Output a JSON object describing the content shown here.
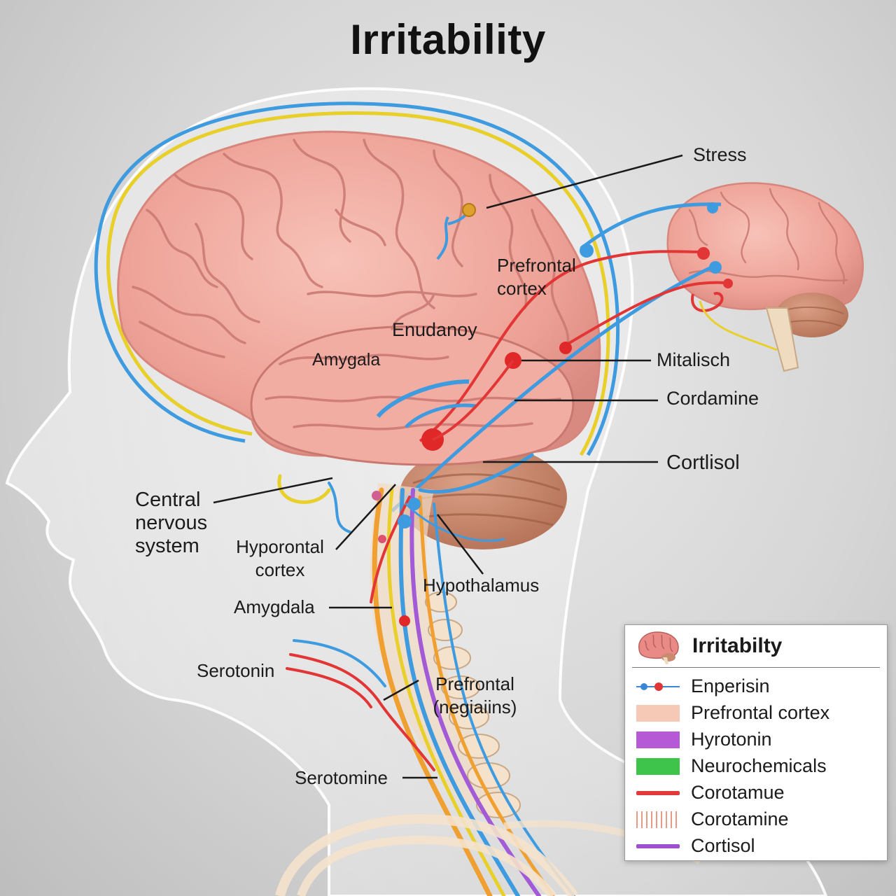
{
  "title": "Irritability",
  "labels": {
    "stress": "Stress",
    "prefrontal_cortex_line1": "Prefrontal",
    "prefrontal_cortex_line2": "cortex",
    "enudanoy": "Enudanoy",
    "amygala": "Amygala",
    "mitalisch": "Mitalisch",
    "cordamine": "Cordamine",
    "cortlisol": "Cortlisol",
    "cns_line1": "Central",
    "cns_line2": "nervous",
    "cns_line3": "system",
    "hyporontal_line1": "Hyporontal",
    "hyporontal_line2": "cortex",
    "hypothalamus": "Hypothalamus",
    "amygdala": "Amygdala",
    "serotonin": "Serotonin",
    "prefrontal_neg_line1": "Prefrontal",
    "prefrontal_neg_line2": "(negiaiins)",
    "serotomine": "Serotomine"
  },
  "legend": {
    "title": "Irritabilty",
    "items": [
      {
        "label": "Enperisin",
        "swatch": "line-dot",
        "color": "#3a86d4"
      },
      {
        "label": "Prefrontal cortex",
        "swatch": "box",
        "color": "#f6c9b6"
      },
      {
        "label": "Hyrotonin",
        "swatch": "box",
        "color": "#b659d6"
      },
      {
        "label": "Neurochemicals",
        "swatch": "box",
        "color": "#3fc44b"
      },
      {
        "label": "Corotamue",
        "swatch": "line",
        "color": "#e23a3a"
      },
      {
        "label": "Corotamine",
        "swatch": "hatch",
        "color": "#e89a88"
      },
      {
        "label": "Cortisol",
        "swatch": "line",
        "color": "#9d4fce"
      }
    ]
  },
  "colors": {
    "brain": "#f0a8a0",
    "brain_fold": "#c97870",
    "cerebellum": "#c98a70",
    "nerve_blue": "#3e9be0",
    "nerve_yellow": "#e8cf2a",
    "nerve_orange": "#f0a030",
    "nerve_red": "#e23535",
    "nerve_purple": "#a35ad6",
    "spine": "#f1dcc4"
  }
}
